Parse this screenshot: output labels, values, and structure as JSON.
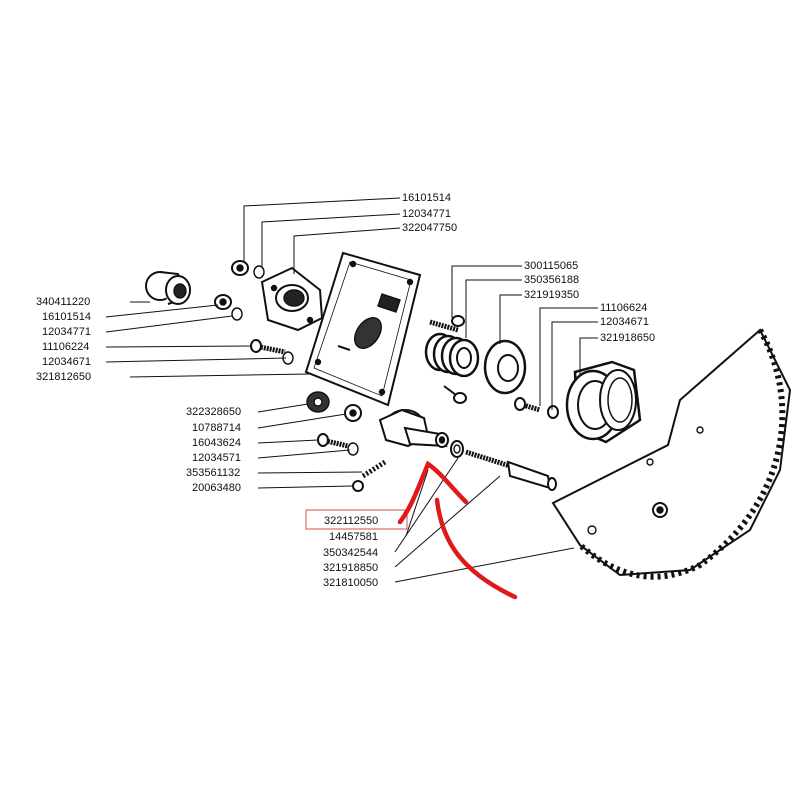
{
  "labels": {
    "p16101514_top": "16101514",
    "p12034771_top": "12034771",
    "p322047750": "322047750",
    "p340411220": "340411220",
    "p16101514_left": "16101514",
    "p12034771_left": "12034771",
    "p11106224": "11106224",
    "p12034671_left": "12034671",
    "p321812650": "321812650",
    "p322328650": "322328650",
    "p10788714": "10788714",
    "p16043624": "16043624",
    "p12034571": "12034571",
    "p353561132": "353561132",
    "p20063480": "20063480",
    "p300115065": "300115065",
    "p350356188": "350356188",
    "p321919350": "321919350",
    "p11106624": "11106624",
    "p12034671_right": "12034671",
    "p321918650": "321918650",
    "p322112550": "322112550",
    "p14457581": "14457581",
    "p350342544": "350342544",
    "p321918850": "321918850",
    "p321810050": "321810050"
  },
  "colors": {
    "ink": "#111111",
    "highlight": "#e0191b",
    "box": "#d94a4a"
  }
}
